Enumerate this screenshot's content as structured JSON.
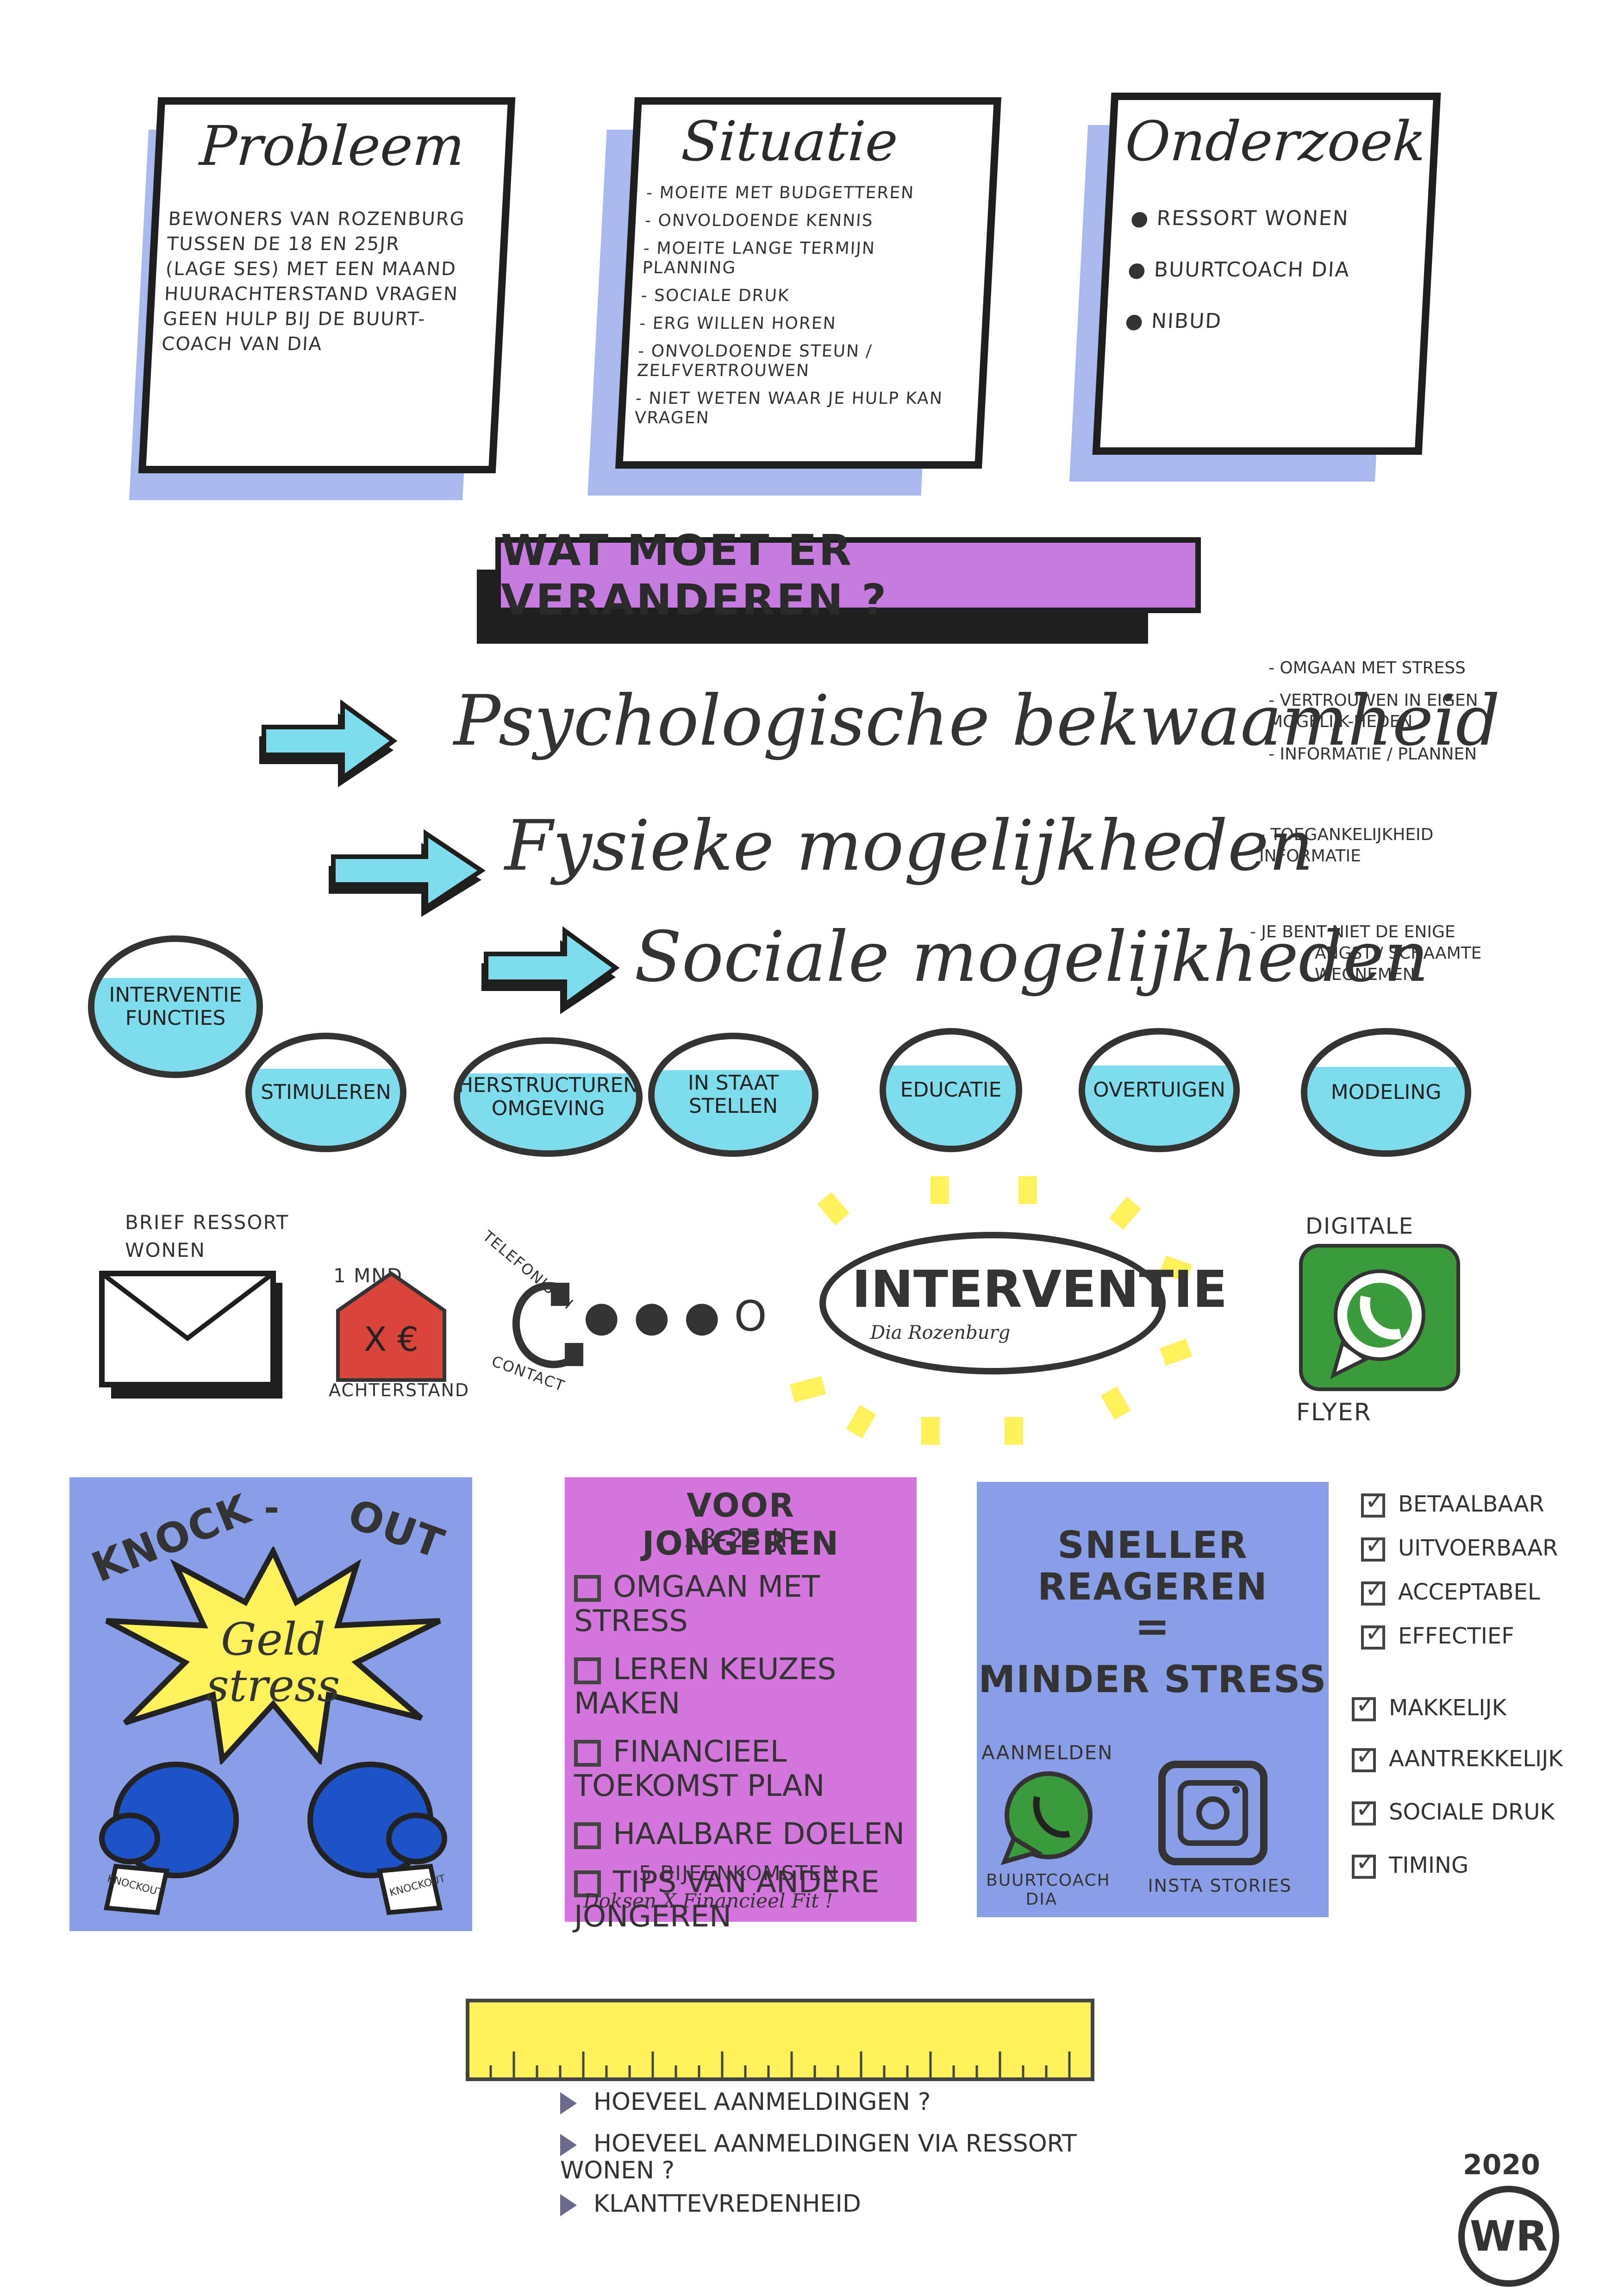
{
  "cards": {
    "probleem": {
      "title": "Probleem",
      "lines": [
        "BEWONERS VAN ROZENBURG",
        "TUSSEN DE 18 EN 25JR",
        "(LAGE SES) MET EEN MAAND",
        "HUURACHTERSTAND VRAGEN",
        "GEEN HULP BIJ DE BUURT-",
        "COACH VAN DIA"
      ]
    },
    "situatie": {
      "title": "Situatie",
      "items": [
        "- MOEITE MET BUDGETTEREN",
        "- ONVOLDOENDE KENNIS",
        "- MOEITE LANGE TERMIJN PLANNING",
        "- SOCIALE DRUK",
        "- ERG WILLEN HOREN",
        "- ONVOLDOENDE STEUN / ZELFVERTROUWEN",
        "- NIET WETEN WAAR JE HULP KAN VRAGEN"
      ]
    },
    "onderzoek": {
      "title": "Onderzoek",
      "items": [
        "RESSORT WONEN",
        "BUURTCOACH DIA",
        "NIBUD"
      ]
    }
  },
  "banner": "WAT MOET ER VERANDEREN ?",
  "factors": [
    {
      "label": "Psychologische bekwaamheid",
      "notes": [
        "- OMGAAN MET STRESS",
        "- VERTROUWEN IN EIGEN MOGELIJK-HEDEN",
        "- INFORMATIE / PLANNEN"
      ]
    },
    {
      "label": "Fysieke mogelijkheden",
      "notes": [
        "- TOEGANKELIJKHEID INFORMATIE"
      ]
    },
    {
      "label": "Sociale mogelijkheden",
      "notes": [
        "- JE BENT NIET DE ENIGE",
        "ANGST / SCHAAMTE WEGNEMEN"
      ]
    }
  ],
  "functions": {
    "title": "INTERVENTIE FUNCTIES",
    "items": [
      "STIMULEREN",
      "HERSTRUCTUREN OMGEVING",
      "IN STAAT STELLEN",
      "EDUCATIE",
      "OVERTUIGEN",
      "MODELING"
    ]
  },
  "channels": {
    "brief": "BRIEF RESSORT WONEN",
    "month": "1 MND",
    "arrears_amount": "X €",
    "arrears_label": "ACHTERSTAND",
    "phone_top": "TELEFONISCH",
    "phone_bottom": "CONTACT",
    "intervention_title": "INTERVENTIE",
    "intervention_sub": "Dia Rozenburg",
    "digital": "DIGITALE",
    "flyer": "FLYER"
  },
  "knockout": {
    "knock": "KNOCK",
    "dash": "-",
    "out": "OUT",
    "center": "Geld stress",
    "glove_left": "KNOCKOUT",
    "glove_right": "KNOCKOUT"
  },
  "youth": {
    "title": "VOOR JONGEREN",
    "subtitle": "18-25 JR",
    "items": [
      "OMGAAN MET STRESS",
      "LEREN KEUZES MAKEN",
      "FINANCIEEL TOEKOMST PLAN",
      "HAALBARE DOELEN",
      "TIPS VAN ANDERE JONGEREN"
    ],
    "meetings": "5 BIJEENKOMSTEN",
    "footer": "Doksen X Financieel Fit !"
  },
  "faster": {
    "line1": "SNELLER",
    "line2": "REAGEREN",
    "equals": "=",
    "line3": "MINDER STRESS",
    "signup": "AANMELDEN",
    "whatsapp_label": "BUURTCOACH DIA",
    "insta_label": "INSTA STORIES"
  },
  "checklist": [
    "BETAALBAAR",
    "UITVOERBAAR",
    "ACCEPTABEL",
    "EFFECTIEF",
    "MAKKELIJK",
    "AANTREKKELIJK",
    "SOCIALE DRUK",
    "TIMING"
  ],
  "questions": [
    "HOEVEEL AANMELDINGEN ?",
    "HOEVEEL AANMELDINGEN VIA RESSORT WONEN ?",
    "KLANTTEVREDENHEID"
  ],
  "signature": {
    "year": "2020",
    "initials": "WR"
  },
  "colors": {
    "blue_shadow": "#a9b9ee",
    "purple": "#c77be0",
    "cyan": "#7fdcec",
    "yellow": "#fff15a",
    "box_blue": "#8a9ee8",
    "pink": "#d475dd",
    "green": "#3b9a3c",
    "red": "#d9433a"
  }
}
